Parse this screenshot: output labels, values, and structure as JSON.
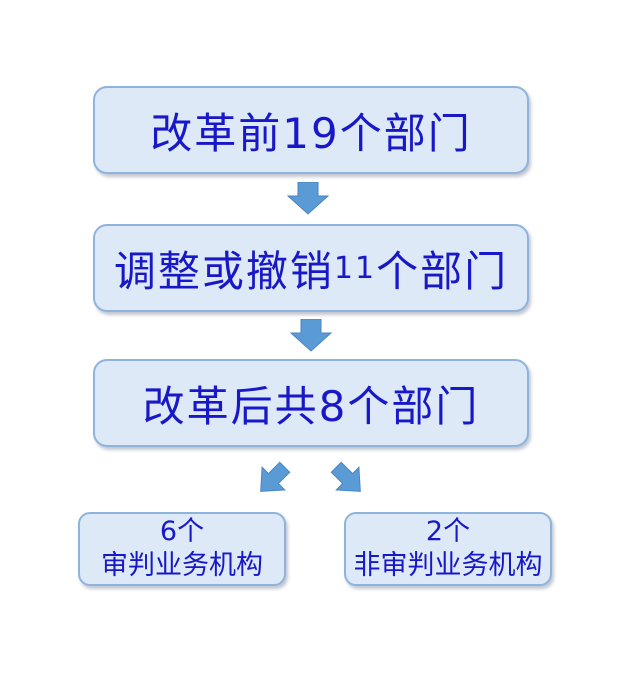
{
  "boxes": {
    "before": {
      "label": "改革前19个部门"
    },
    "adjusted": {
      "label_prefix": "调整或撤销",
      "label_num": "11",
      "label_suffix": "个部门"
    },
    "after": {
      "label": "改革后共8个部门"
    },
    "judicial": {
      "count": "6个",
      "label": "审判业务机构"
    },
    "non_judicial": {
      "count": "2个",
      "label": "非审判业务机构"
    }
  },
  "colors": {
    "box_fill": "#dde9f7",
    "box_border": "#8eb4de",
    "text": "#1818c8",
    "arrow": "#5b9bd5"
  }
}
